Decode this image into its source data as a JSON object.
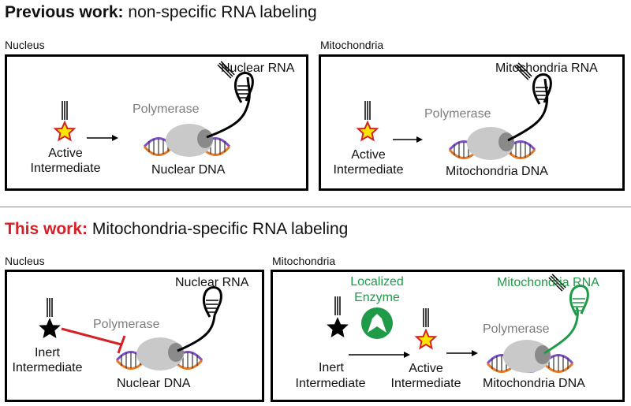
{
  "previous": {
    "heading_bold": "Previous work:",
    "heading_rest": " non-specific RNA labeling",
    "left": {
      "section": "Nucleus",
      "rna": "Nuclear RNA",
      "polymerase": "Polymerase",
      "star_label_1": "Active",
      "star_label_2": "Intermediate",
      "dna": "Nuclear DNA"
    },
    "right": {
      "section": "Mitochondria",
      "rna": "Mitochondria RNA",
      "polymerase": "Polymerase",
      "star_label_1": "Active",
      "star_label_2": "Intermediate",
      "dna": "Mitochondria DNA"
    }
  },
  "this_work": {
    "heading_bold": "This work:",
    "heading_rest": " Mitochondria-specific RNA labeling",
    "left": {
      "section": "Nucleus",
      "rna": "Nuclear RNA",
      "polymerase": "Polymerase",
      "star_label_1": "Inert",
      "star_label_2": "Intermediate",
      "dna": "Nuclear DNA"
    },
    "right": {
      "section": "Mitochondria",
      "enzyme_1": "Localized",
      "enzyme_2": "Enzyme",
      "rna": "Mitochondria RNA",
      "polymerase": "Polymerase",
      "inert_1": "Inert",
      "inert_2": "Intermediate",
      "active_1": "Active",
      "active_2": "Intermediate",
      "dna": "Mitochondria DNA"
    }
  },
  "colors": {
    "star_active": "#ffe600",
    "star_outline": "#d42027",
    "green": "#1e9a48",
    "red": "#d42027",
    "polymerase": "#c9c9c9"
  }
}
